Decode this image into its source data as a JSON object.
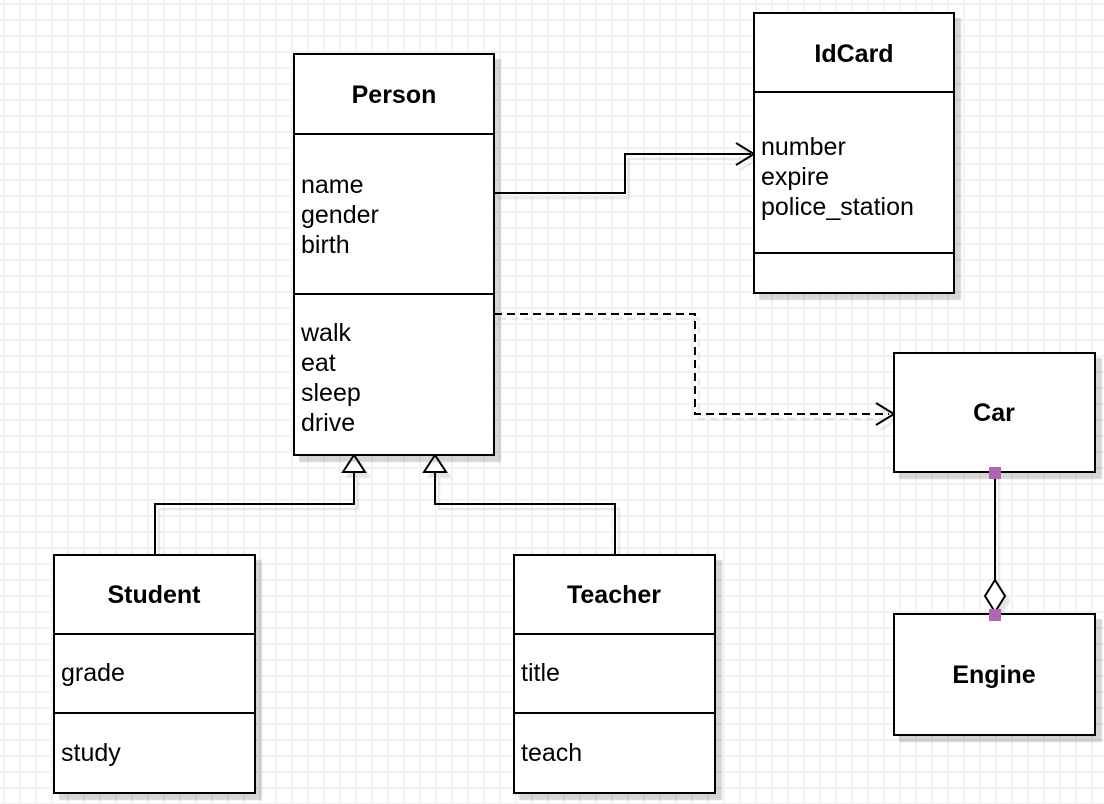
{
  "diagram_type": "uml-class-diagram",
  "classes": {
    "person": {
      "name": "Person",
      "attributes": [
        "name",
        "gender",
        "birth"
      ],
      "methods": [
        "walk",
        "eat",
        "sleep",
        "drive"
      ]
    },
    "idcard": {
      "name": "IdCard",
      "attributes": [
        "number",
        "expire",
        "police_station"
      ],
      "methods": []
    },
    "car": {
      "name": "Car",
      "attributes": [],
      "methods": []
    },
    "engine": {
      "name": "Engine",
      "attributes": [],
      "methods": []
    },
    "student": {
      "name": "Student",
      "attributes": [
        "grade"
      ],
      "methods": [
        "study"
      ]
    },
    "teacher": {
      "name": "Teacher",
      "attributes": [
        "title"
      ],
      "methods": [
        "teach"
      ]
    }
  },
  "relationships": [
    {
      "from": "Person",
      "to": "IdCard",
      "type": "association",
      "line_style": "solid",
      "arrowhead": "open-arrow"
    },
    {
      "from": "Person",
      "to": "Car",
      "type": "dependency",
      "line_style": "dashed",
      "arrowhead": "open-arrow"
    },
    {
      "from": "Student",
      "to": "Person",
      "type": "generalization",
      "line_style": "solid",
      "arrowhead": "hollow-triangle"
    },
    {
      "from": "Teacher",
      "to": "Person",
      "type": "generalization",
      "line_style": "solid",
      "arrowhead": "hollow-triangle"
    },
    {
      "from": "Car",
      "to": "Engine",
      "type": "aggregation",
      "line_style": "solid",
      "arrowhead": "hollow-diamond"
    }
  ],
  "colors": {
    "box_fill": "#ffffff",
    "box_stroke": "#000000",
    "connection_point": "#b564b5",
    "grid_line": "#f2f2f2",
    "canvas": "#ffffff"
  }
}
